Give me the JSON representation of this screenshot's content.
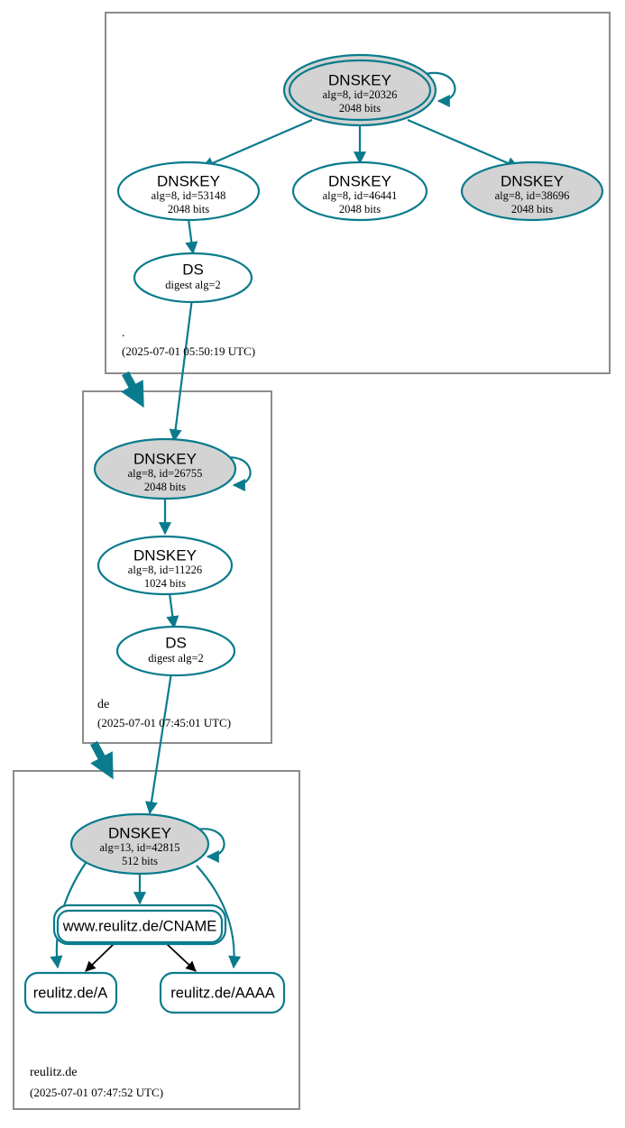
{
  "diagram": {
    "kind": "dnssec-authentication-chain",
    "colors": {
      "teal": "#0a7b8c",
      "node_fill_secure": "#d3d3d3",
      "node_fill_plain": "#ffffff",
      "zone_border": "#8c8c8c",
      "cname_edge": "#000000"
    }
  },
  "zones": [
    {
      "id": "root",
      "name": ".",
      "timestamp": "(2025-07-01 05:50:19 UTC)",
      "nodes": [
        {
          "id": "root-ksk",
          "type": "DNSKEY",
          "title": "DNSKEY",
          "line2": "alg=8, id=20326",
          "line3": "2048 bits",
          "fill": "gray",
          "double_border": true,
          "self_signed": true
        },
        {
          "id": "root-zsk-53148",
          "type": "DNSKEY",
          "title": "DNSKEY",
          "line2": "alg=8, id=53148",
          "line3": "2048 bits",
          "fill": "white",
          "double_border": false,
          "self_signed": false
        },
        {
          "id": "root-zsk-46441",
          "type": "DNSKEY",
          "title": "DNSKEY",
          "line2": "alg=8, id=46441",
          "line3": "2048 bits",
          "fill": "white",
          "double_border": false,
          "self_signed": false
        },
        {
          "id": "root-zsk-38696",
          "type": "DNSKEY",
          "title": "DNSKEY",
          "line2": "alg=8, id=38696",
          "line3": "2048 bits",
          "fill": "gray",
          "double_border": false,
          "self_signed": false
        },
        {
          "id": "root-ds",
          "type": "DS",
          "title": "DS",
          "line2": "digest alg=2",
          "line3": "",
          "fill": "white",
          "double_border": false,
          "self_signed": false
        }
      ]
    },
    {
      "id": "de",
      "name": "de",
      "timestamp": "(2025-07-01 07:45:01 UTC)",
      "nodes": [
        {
          "id": "de-ksk",
          "type": "DNSKEY",
          "title": "DNSKEY",
          "line2": "alg=8, id=26755",
          "line3": "2048 bits",
          "fill": "gray",
          "double_border": false,
          "self_signed": true
        },
        {
          "id": "de-zsk",
          "type": "DNSKEY",
          "title": "DNSKEY",
          "line2": "alg=8, id=11226",
          "line3": "1024 bits",
          "fill": "white",
          "double_border": false,
          "self_signed": false
        },
        {
          "id": "de-ds",
          "type": "DS",
          "title": "DS",
          "line2": "digest alg=2",
          "line3": "",
          "fill": "white",
          "double_border": false,
          "self_signed": false
        }
      ]
    },
    {
      "id": "reulitz",
      "name": "reulitz.de",
      "timestamp": "(2025-07-01 07:47:52 UTC)",
      "nodes": [
        {
          "id": "reulitz-ksk",
          "type": "DNSKEY",
          "title": "DNSKEY",
          "line2": "alg=13, id=42815",
          "line3": "512 bits",
          "fill": "gray",
          "double_border": false,
          "self_signed": true
        },
        {
          "id": "reulitz-cname",
          "type": "RRset",
          "title": "www.reulitz.de/CNAME",
          "line2": "",
          "line3": "",
          "shape": "rounded-rect",
          "double_border": true
        },
        {
          "id": "reulitz-a",
          "type": "RRset",
          "title": "reulitz.de/A",
          "line2": "",
          "line3": "",
          "shape": "rounded-rect",
          "double_border": false
        },
        {
          "id": "reulitz-aaaa",
          "type": "RRset",
          "title": "reulitz.de/AAAA",
          "line2": "",
          "line3": "",
          "shape": "rounded-rect",
          "double_border": false
        }
      ]
    }
  ],
  "labels": {
    "root_zone_name": ".",
    "root_zone_ts": "(2025-07-01 05:50:19 UTC)",
    "de_zone_name": "de",
    "de_zone_ts": "(2025-07-01 07:45:01 UTC)",
    "reulitz_zone_name": "reulitz.de",
    "reulitz_zone_ts": "(2025-07-01 07:47:52 UTC)",
    "root_ksk_t": "DNSKEY",
    "root_ksk_2": "alg=8, id=20326",
    "root_ksk_3": "2048 bits",
    "root_k53148_t": "DNSKEY",
    "root_k53148_2": "alg=8, id=53148",
    "root_k53148_3": "2048 bits",
    "root_k46441_t": "DNSKEY",
    "root_k46441_2": "alg=8, id=46441",
    "root_k46441_3": "2048 bits",
    "root_k38696_t": "DNSKEY",
    "root_k38696_2": "alg=8, id=38696",
    "root_k38696_3": "2048 bits",
    "root_ds_t": "DS",
    "root_ds_2": "digest alg=2",
    "de_ksk_t": "DNSKEY",
    "de_ksk_2": "alg=8, id=26755",
    "de_ksk_3": "2048 bits",
    "de_zsk_t": "DNSKEY",
    "de_zsk_2": "alg=8, id=11226",
    "de_zsk_3": "1024 bits",
    "de_ds_t": "DS",
    "de_ds_2": "digest alg=2",
    "reulitz_ksk_t": "DNSKEY",
    "reulitz_ksk_2": "alg=13, id=42815",
    "reulitz_ksk_3": "512 bits",
    "reulitz_cname": "www.reulitz.de/CNAME",
    "reulitz_a": "reulitz.de/A",
    "reulitz_aaaa": "reulitz.de/AAAA"
  }
}
